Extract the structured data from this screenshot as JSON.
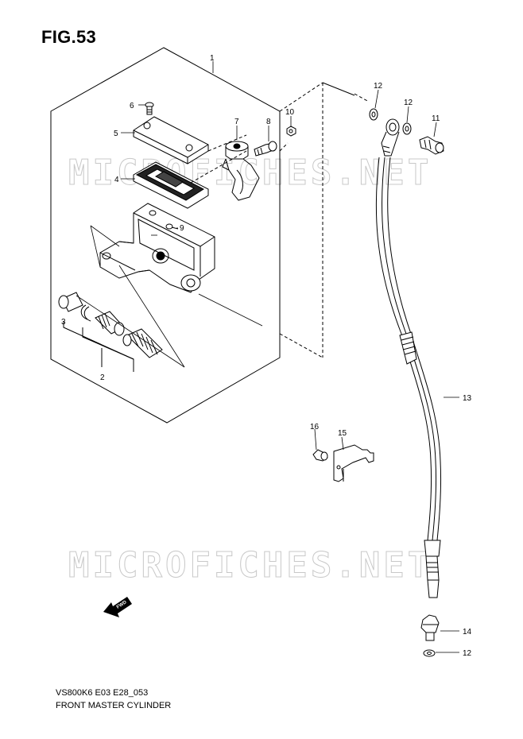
{
  "figure": {
    "title": "FIG.53",
    "code": "VS800K6 E03 E28_053",
    "caption": "FRONT MASTER CYLINDER"
  },
  "watermark": "MICROFICHES.NET",
  "direction_label": "FWD",
  "callouts": {
    "c1": "1",
    "c2": "2",
    "c3": "3",
    "c4": "4",
    "c5": "5",
    "c6": "6",
    "c7": "7",
    "c8": "8",
    "c9": "9",
    "c10": "10",
    "c11": "11",
    "c12a": "12",
    "c12b": "12",
    "c12c": "12",
    "c13": "13",
    "c14": "14",
    "c15": "15",
    "c16": "16"
  },
  "colors": {
    "line": "#000000",
    "watermark": "#c8c8c8",
    "background": "#ffffff"
  }
}
